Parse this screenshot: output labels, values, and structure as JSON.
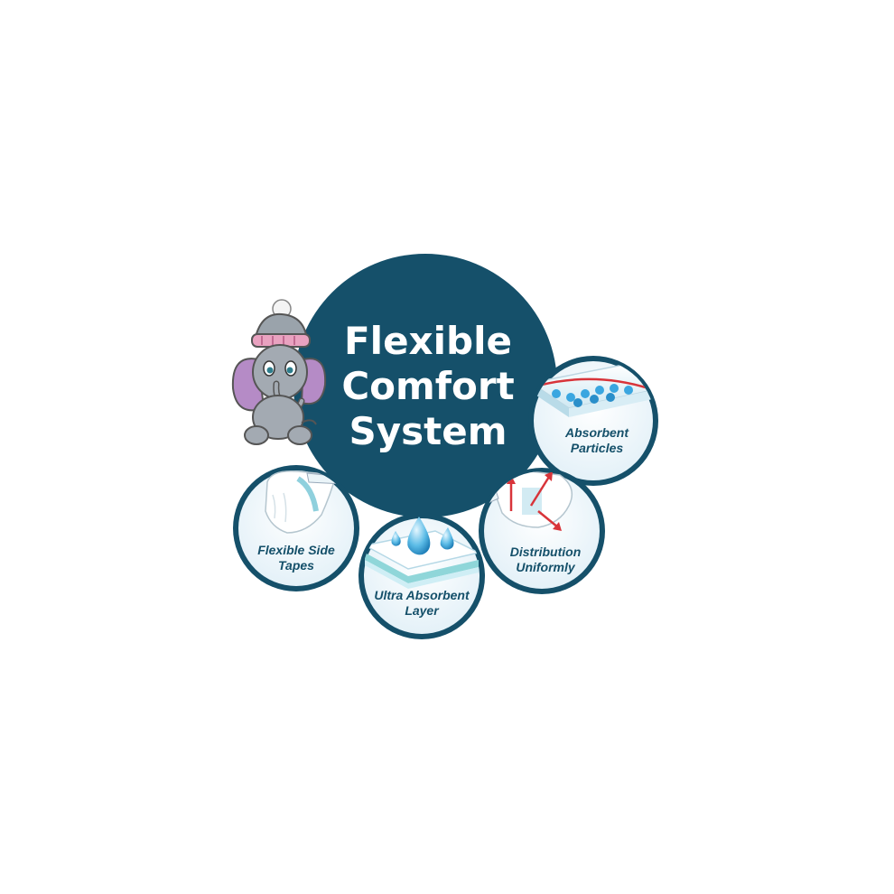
{
  "title": {
    "line1": "Flexible",
    "line2": "Comfort",
    "line3": "System"
  },
  "features": {
    "absorbent": {
      "line1": "Absorbent",
      "line2": "Particles",
      "icon": "absorbent-particles-icon"
    },
    "side_tapes": {
      "line1": "Flexible Side",
      "line2": "Tapes",
      "icon": "diaper-side-tapes-icon"
    },
    "ultra_layer": {
      "line1": "Ultra Absorbent",
      "line2": "Layer",
      "icon": "water-drops-layer-icon"
    },
    "distribution": {
      "line1": "Distribution",
      "line2": "Uniformly",
      "icon": "distribution-arrows-icon"
    }
  },
  "mascot": {
    "icon": "baby-elephant-mascot-icon"
  },
  "colors": {
    "main_circle": "#15506a",
    "feature_ring": "#15506a",
    "feature_fill": "#ffffff",
    "feature_text": "#15506a",
    "title_text": "#ffffff",
    "accent_red": "#d8343a",
    "accent_blue": "#3aa6e0"
  }
}
